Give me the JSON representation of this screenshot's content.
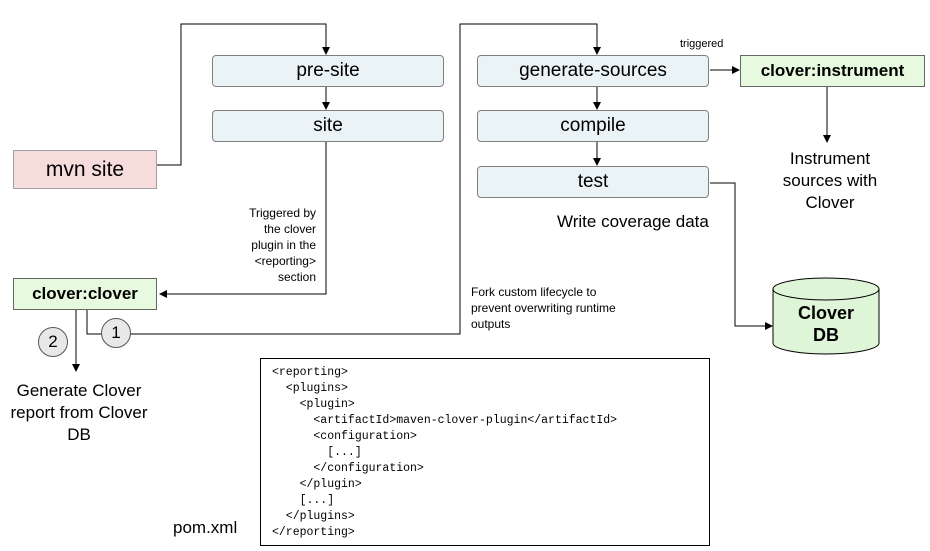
{
  "phases": {
    "mvn_site": "mvn site",
    "pre_site": "pre-site",
    "site": "site",
    "generate_sources": "generate-sources",
    "compile": "compile",
    "test": "test",
    "clover_clover": "clover:clover",
    "clover_instrument": "clover:instrument"
  },
  "labels": {
    "triggered": "triggered",
    "triggered_by": [
      "Triggered by",
      "the clover",
      "plugin in the",
      "<reporting>",
      "section"
    ],
    "instrument": [
      "Instrument",
      "sources with",
      "Clover"
    ],
    "write_coverage": "Write coverage data",
    "fork": [
      "Fork custom lifecycle to",
      "prevent overwriting runtime",
      "outputs"
    ],
    "generate_report": [
      "Generate Clover",
      "report from Clover",
      "DB"
    ],
    "step_1": "1",
    "step_2": "2"
  },
  "db": {
    "line1": "Clover",
    "line2": "DB"
  },
  "pom": {
    "caption": "pom.xml",
    "code": "<reporting>\n  <plugins>\n    <plugin>\n      <artifactId>maven-clover-plugin</artifactId>\n      <configuration>\n        [...]\n      </configuration>\n    </plugin>\n    [...]\n  </plugins>\n</reporting>"
  },
  "colors": {
    "phase_fill": "#eaf4f7",
    "mvn_fill": "#f7dcdc",
    "goal_fill": "#e7f9df",
    "db_fill": "#dff5d8"
  }
}
